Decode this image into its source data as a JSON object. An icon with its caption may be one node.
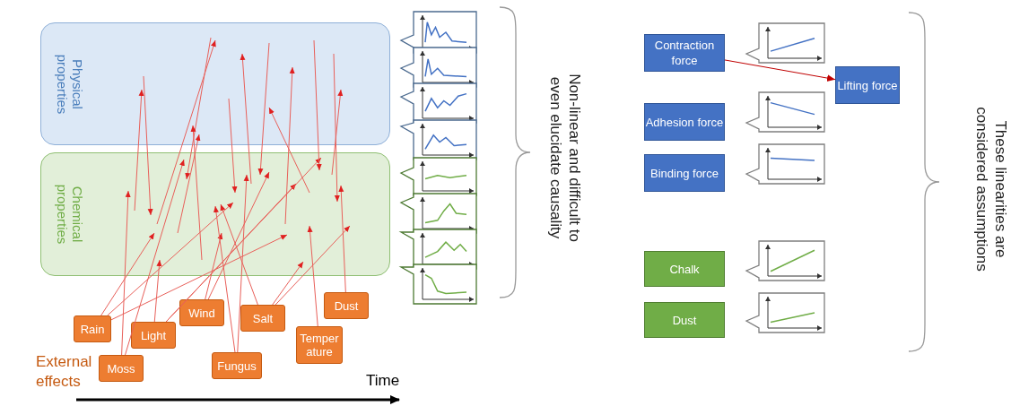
{
  "diagram": {
    "nodes": [
      {
        "text": [
          "Physical properties"
        ]
      },
      {
        "text": [
          "Chemical properties"
        ]
      },
      {
        "text": [],
        "shape": "picture"
      },
      {
        "text": [],
        "shape": "picture"
      },
      {
        "text": [],
        "shape": "picture"
      },
      {
        "text": [],
        "shape": "picture"
      },
      {
        "text": [],
        "shape": "picture"
      },
      {
        "text": [],
        "shape": "picture"
      },
      {
        "text": [],
        "shape": "picture"
      },
      {
        "text": [],
        "shape": "picture"
      },
      {
        "text": [
          "Dust"
        ]
      },
      {
        "text": [
          "Wind"
        ]
      },
      {
        "text": [
          "Salt"
        ]
      },
      {
        "text": [
          "Rain"
        ]
      },
      {
        "text": [
          "Light"
        ]
      },
      {
        "text": [
          "Temperature"
        ]
      },
      {
        "text": [
          "Moss"
        ]
      },
      {
        "text": [
          "Fungus"
        ]
      },
      {
        "text": [
          "Contraction force"
        ]
      },
      {
        "text": [],
        "shape": "picture"
      },
      {
        "text": [
          "Lifting force"
        ]
      },
      {
        "text": [
          "Adhesion force"
        ]
      },
      {
        "text": [],
        "shape": "picture"
      },
      {
        "text": [
          "Binding force"
        ]
      },
      {
        "text": [],
        "shape": "picture"
      },
      {
        "text": [
          "Chalk"
        ]
      },
      {
        "text": [],
        "shape": "picture"
      },
      {
        "text": [
          "Dust"
        ]
      },
      {
        "text": [],
        "shape": "picture"
      }
    ],
    "edges": [
      {
        "from": 18,
        "to": 20,
        "arrow": "to",
        "color": "#c00000"
      },
      {
        "from": 13,
        "to": 1,
        "arrow": "to"
      },
      {
        "from": 13,
        "to": 1,
        "arrow": "to"
      },
      {
        "from": 13,
        "to": 1,
        "arrow": "to"
      },
      {
        "from": 16,
        "to": 1,
        "arrow": "to"
      },
      {
        "from": 16,
        "to": 1,
        "arrow": "to"
      },
      {
        "from": 14,
        "to": 1,
        "arrow": "to"
      },
      {
        "from": 14,
        "to": 1,
        "arrow": "to"
      },
      {
        "from": 14,
        "to": 1,
        "arrow": "to"
      },
      {
        "from": 11,
        "to": 1,
        "arrow": "to"
      },
      {
        "from": 11,
        "to": 1,
        "arrow": "to"
      },
      {
        "from": 12,
        "to": 1,
        "arrow": "to"
      },
      {
        "from": 12,
        "to": 1,
        "arrow": "to"
      },
      {
        "from": 12,
        "to": 1,
        "arrow": "to"
      },
      {
        "from": 17,
        "to": 1,
        "arrow": "to"
      },
      {
        "from": 17,
        "to": 1,
        "arrow": "to"
      },
      {
        "from": 15,
        "to": 1,
        "arrow": "to"
      },
      {
        "from": 10,
        "to": 1,
        "arrow": "to"
      },
      {
        "from": 0,
        "to": 1,
        "arrow": "to"
      },
      {
        "from": 0,
        "to": 1,
        "arrow": "to"
      },
      {
        "from": 0,
        "to": 1,
        "arrow": "to"
      },
      {
        "from": 0,
        "to": 1,
        "arrow": "to"
      },
      {
        "from": 0,
        "to": 1,
        "arrow": "to"
      },
      {
        "from": 0,
        "to": 1,
        "arrow": "to"
      },
      {
        "from": 1,
        "to": 0,
        "arrow": "to"
      },
      {
        "from": 1,
        "to": 0,
        "arrow": "to"
      },
      {
        "from": 1,
        "to": 0,
        "arrow": "to"
      },
      {
        "from": 1,
        "to": 0,
        "arrow": "to"
      },
      {
        "from": 1,
        "to": 0,
        "arrow": "to"
      },
      {
        "from": 1,
        "to": 0,
        "arrow": "to"
      },
      {
        "from": 1,
        "to": 0,
        "arrow": "to"
      },
      {
        "from": 1,
        "to": 0,
        "arrow": "to"
      }
    ],
    "labels": [
      "Non-linear and difficult to even elucidate causality",
      "These linearities are considered assumptions",
      "External effects",
      "Time"
    ]
  }
}
